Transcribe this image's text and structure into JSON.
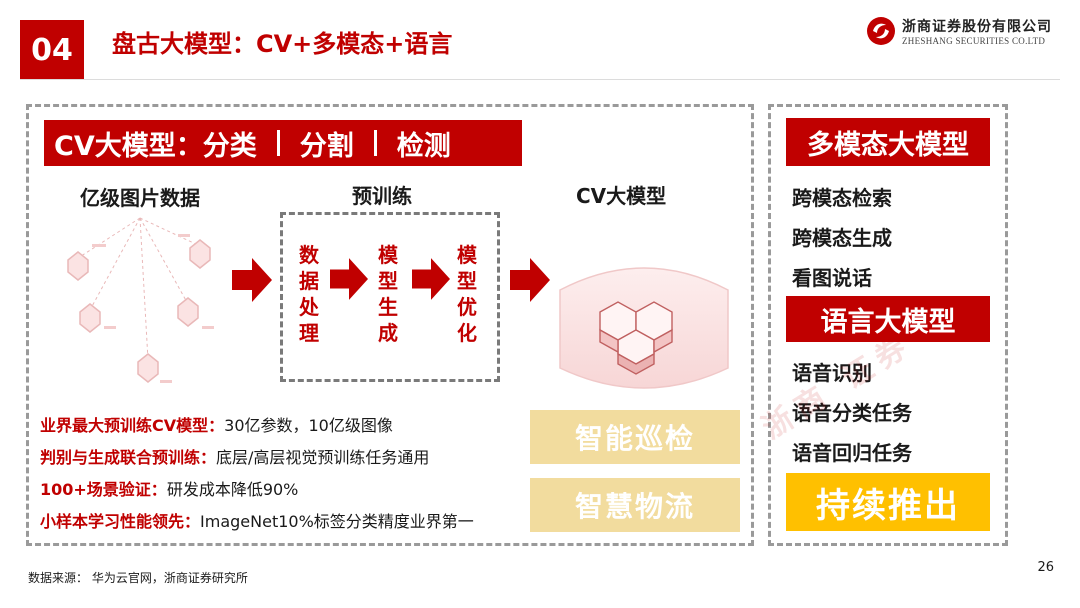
{
  "header": {
    "number": "04",
    "title": "盘古大模型：CV+多模态+语言",
    "logo_cn": "浙商证券股份有限公司",
    "logo_en": "ZHESHANG SECURITIES CO.LTD"
  },
  "cv": {
    "banner_parts": [
      "CV大模型：分类",
      "分割",
      "检测"
    ],
    "flow": {
      "data_label": "亿级图片数据",
      "pretrain_label": "预训练",
      "model_label": "CV大模型",
      "steps": [
        "数据处理",
        "模型生成",
        "模型优化"
      ]
    },
    "bullets": [
      {
        "key": "业界最大预训练CV模型：",
        "value": "30亿参数，10亿级图像"
      },
      {
        "key": "判别与生成联合预训练：",
        "value": "底层/高层视觉预训练任务通用"
      },
      {
        "key": "100+场景验证：",
        "value": "研发成本降低90%"
      },
      {
        "key": "小样本学习性能领先：",
        "value": "ImageNet10%标签分类精度业界第一"
      }
    ],
    "apps": [
      "智能巡检",
      "智慧物流"
    ]
  },
  "multimodal": {
    "banner": "多模态大模型",
    "items": [
      "跨模态检索",
      "跨模态生成",
      "看图说话"
    ]
  },
  "language": {
    "banner": "语言大模型",
    "items": [
      "语音识别",
      "语音分类任务",
      "语音回归任务"
    ],
    "cta": "持续推出"
  },
  "watermark": "浙商 证券",
  "footer": {
    "source": "数据来源：  华为云官网，浙商证券研究所",
    "page": "26"
  },
  "colors": {
    "brand_red": "#c00000",
    "gold": "#f2dc9e",
    "yellow": "#ffc000"
  }
}
